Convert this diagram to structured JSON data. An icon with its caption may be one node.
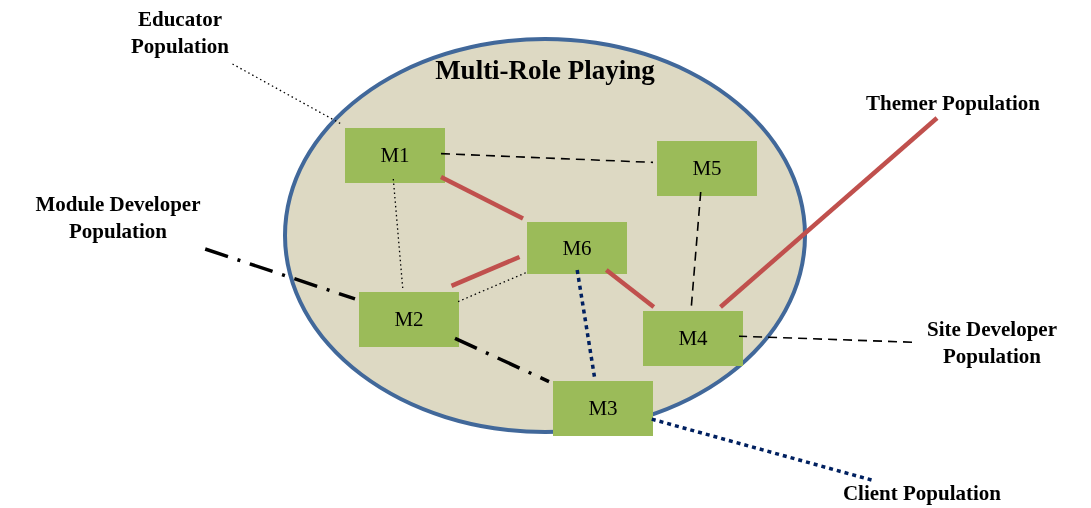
{
  "diagram": {
    "nodes": [
      {
        "text": [
          "Educator Population"
        ]
      },
      {
        "text": [
          "Multi-Role Playing"
        ]
      },
      {
        "text": [
          "M1"
        ],
        "in": 1
      },
      {
        "text": [
          "M5"
        ],
        "in": 1
      },
      {
        "text": [
          "M6"
        ],
        "in": 1
      },
      {
        "text": [
          "M2"
        ],
        "in": 1
      },
      {
        "text": [
          "M4"
        ],
        "in": 1
      },
      {
        "text": [
          "M3"
        ],
        "in": 1
      },
      {
        "text": [
          "Themer Population"
        ]
      },
      {
        "text": [
          "Module Developer Population"
        ]
      },
      {
        "text": [
          "Site Developer Population"
        ]
      },
      {
        "text": [
          "Client Population"
        ]
      }
    ],
    "edges": [
      {
        "from": 0,
        "to": 2,
        "arrow": "none",
        "style": "dashed"
      },
      {
        "from": 2,
        "to": 3,
        "arrow": "none",
        "style": "dashed"
      },
      {
        "from": 2,
        "to": 5,
        "arrow": "none",
        "style": "dashed"
      },
      {
        "from": 2,
        "to": 4,
        "arrow": "none",
        "color": "#c0504d"
      },
      {
        "from": 5,
        "to": 4,
        "arrow": "none",
        "color": "#c0504d"
      },
      {
        "from": 5,
        "to": 4,
        "arrow": "none",
        "style": "dashed"
      },
      {
        "from": 4,
        "to": 6,
        "arrow": "none",
        "color": "#c0504d"
      },
      {
        "from": 3,
        "to": 6,
        "arrow": "none",
        "style": "dashed"
      },
      {
        "from": 4,
        "to": 7,
        "arrow": "none",
        "style": "dashed",
        "color": "#002060"
      },
      {
        "from": 8,
        "to": 6,
        "arrow": "none",
        "color": "#c0504d"
      },
      {
        "from": 9,
        "to": 5,
        "arrow": "none",
        "style": "dashed"
      },
      {
        "from": 5,
        "to": 7,
        "arrow": "none",
        "style": "dashed"
      },
      {
        "from": 10,
        "to": 6,
        "arrow": "none",
        "style": "dashed"
      },
      {
        "from": 11,
        "to": 7,
        "arrow": "none",
        "style": "dashed",
        "color": "#002060"
      }
    ]
  }
}
